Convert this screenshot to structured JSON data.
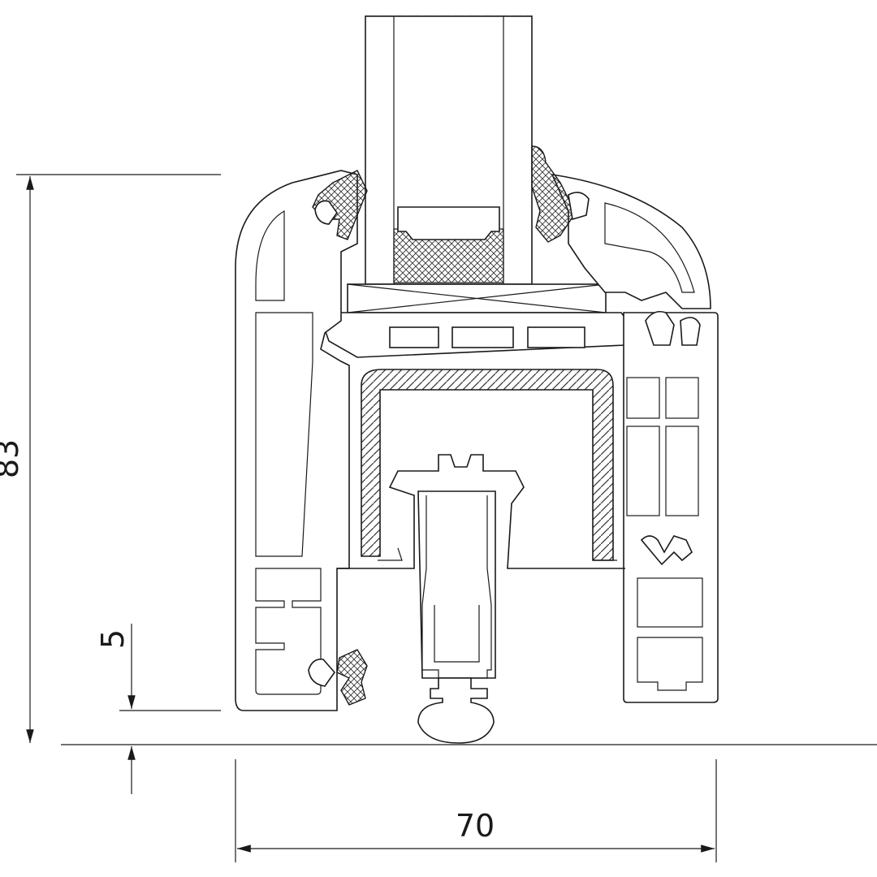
{
  "drawing": {
    "dimensions": {
      "height_label": "83",
      "offset_label": "5",
      "width_label": "70"
    },
    "colors": {
      "line": "#1a1a1a",
      "background": "#ffffff"
    }
  }
}
